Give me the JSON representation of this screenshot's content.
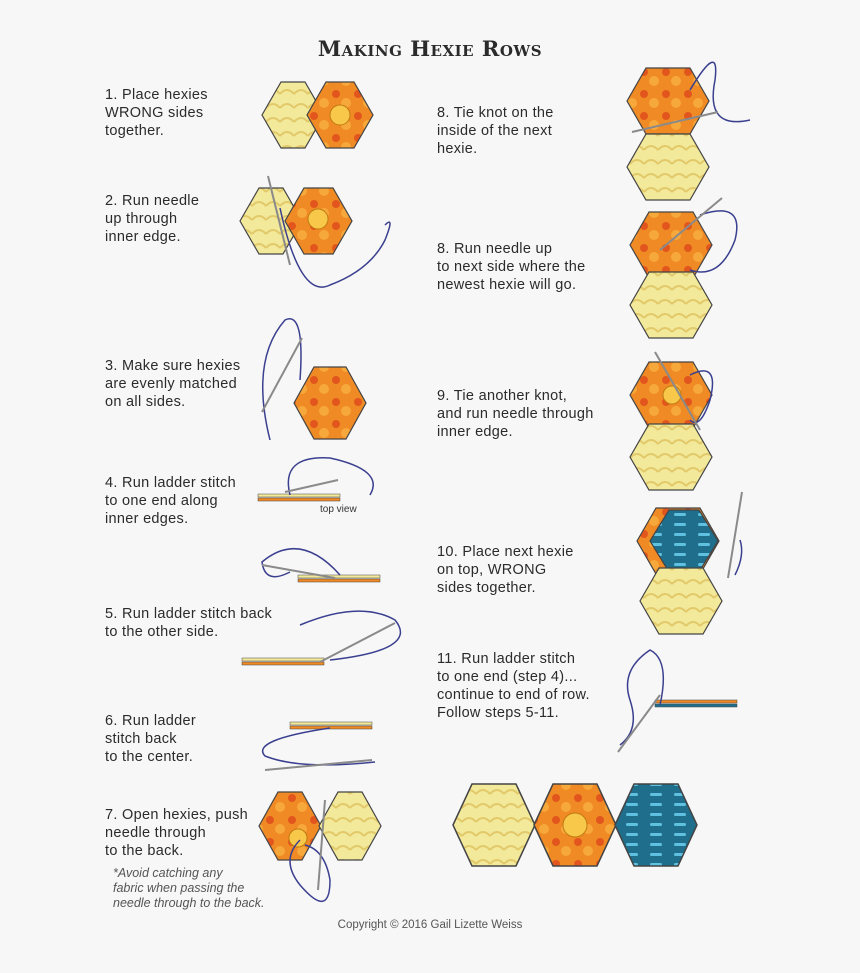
{
  "title": "Making Hexie Rows",
  "steps": {
    "s1": "1. Place hexies\nWRONG sides\ntogether.",
    "s2": "2. Run needle\nup through\ninner edge.",
    "s3": "3. Make sure hexies\nare evenly matched\non all sides.",
    "s4": "4. Run ladder stitch\nto one end along\ninner edges.",
    "s5": "5. Run ladder stitch back\nto the other side.",
    "s6": "6. Run ladder\nstitch back\nto the center.",
    "s7": "7. Open hexies, push\nneedle through\nto the back.",
    "s8a": "8. Tie knot on the\ninside of the next\nhexie.",
    "s8b": "8. Run needle up\nto next side where the\nnewest hexie will go.",
    "s9": "9. Tie another knot,\nand run needle through\ninner edge.",
    "s10": "10. Place next hexie\non top, WRONG\nsides together.",
    "s11": "11. Run ladder stitch\nto one end (step 4)...\ncontinue to end of row.\nFollow steps 5-11."
  },
  "top_view_label": "top view",
  "note": "*Avoid catching any\nfabric when passing the\nneedle through to the back.",
  "copyright": "Copyright © 2016 Gail Lizette Weiss",
  "colors": {
    "yellow": "#f3e99a",
    "yellow_pattern": "#e2c96a",
    "orange": "#f08a24",
    "orange_dark": "#e2561e",
    "orange_dot": "#f7a83a",
    "teal": "#1f6f8c",
    "teal_dash": "#5fc0e0",
    "thread": "#3a3f8f",
    "needle": "#8a8a8a"
  }
}
